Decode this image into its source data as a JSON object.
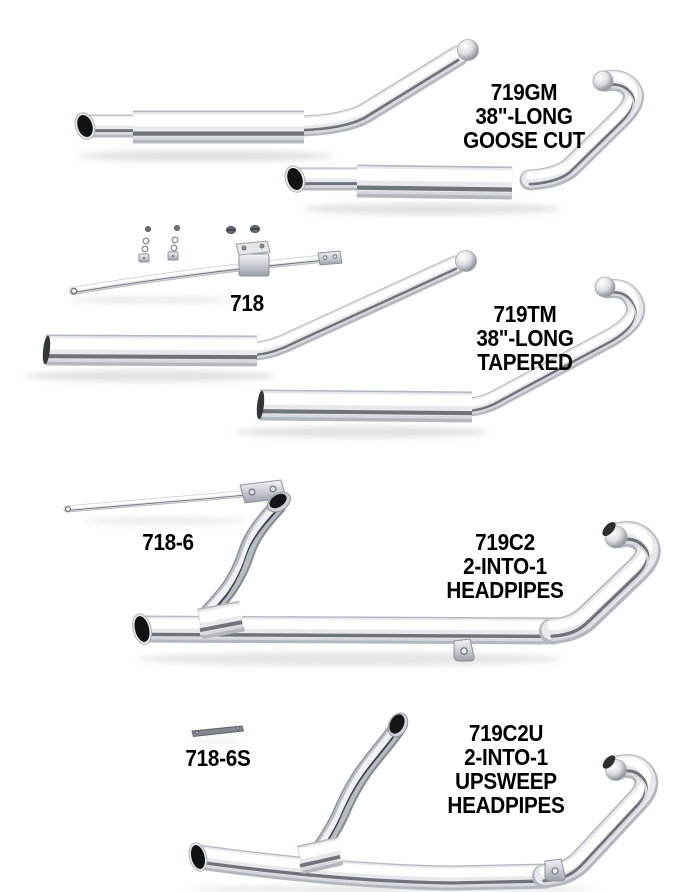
{
  "page": {
    "kind": "parts-catalog-page",
    "colors": {
      "background": "#ffffff",
      "label_text": "#000000"
    }
  },
  "products": [
    {
      "sku": "719GM",
      "lines": [
        "719GM",
        "38\"-LONG",
        "GOOSE CUT"
      ]
    },
    {
      "sku": "718",
      "lines": [
        "718"
      ]
    },
    {
      "sku": "719TM",
      "lines": [
        "719TM",
        "38\"-LONG",
        "TAPERED"
      ]
    },
    {
      "sku": "718-6",
      "lines": [
        "718-6"
      ]
    },
    {
      "sku": "719C2",
      "lines": [
        "719C2",
        "2-INTO-1",
        "HEADPIPES"
      ]
    },
    {
      "sku": "718-6S",
      "lines": [
        "718-6S"
      ]
    },
    {
      "sku": "719C2U",
      "lines": [
        "719C2U",
        "2-INTO-1",
        "UPSWEEP",
        "HEADPIPES"
      ]
    }
  ]
}
